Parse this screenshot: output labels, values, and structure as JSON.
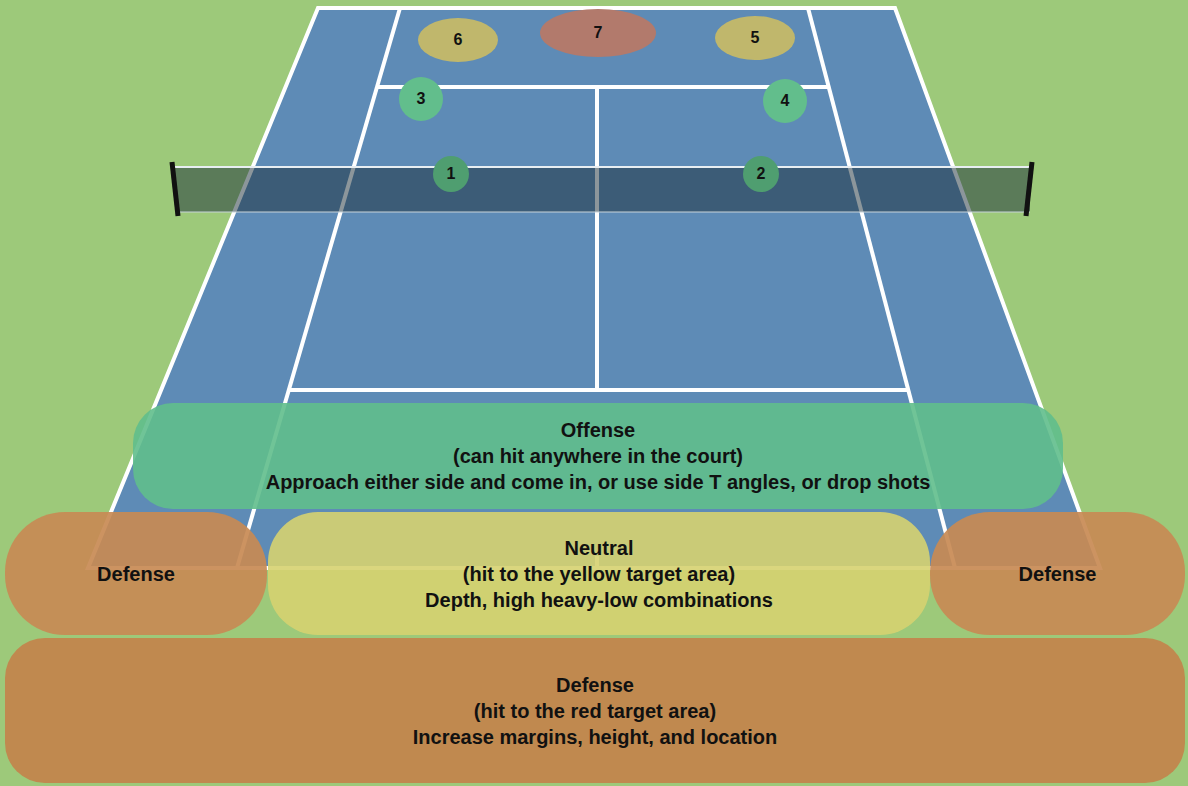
{
  "diagram": {
    "nodes": [
      {
        "text": [
          "6"
        ]
      },
      {
        "text": [
          "7"
        ]
      },
      {
        "text": [
          "5"
        ]
      },
      {
        "text": [
          "3"
        ]
      },
      {
        "text": [
          "4"
        ]
      },
      {
        "text": [
          "1"
        ]
      },
      {
        "text": [
          "2"
        ]
      },
      {
        "text": [
          "Offense",
          "(can hit anywhere in the court)",
          "Approach either side and come in, or use side T angles, or drop shots"
        ]
      },
      {
        "text": [
          "Defense"
        ]
      },
      {
        "text": [
          "Neutral",
          "(hit to the yellow target area)",
          "Depth, high heavy-low combinations"
        ]
      },
      {
        "text": [
          "Defense"
        ]
      },
      {
        "text": [
          "Defense",
          "(hit to the red target area)",
          "Increase margins, height, and location"
        ]
      }
    ]
  }
}
